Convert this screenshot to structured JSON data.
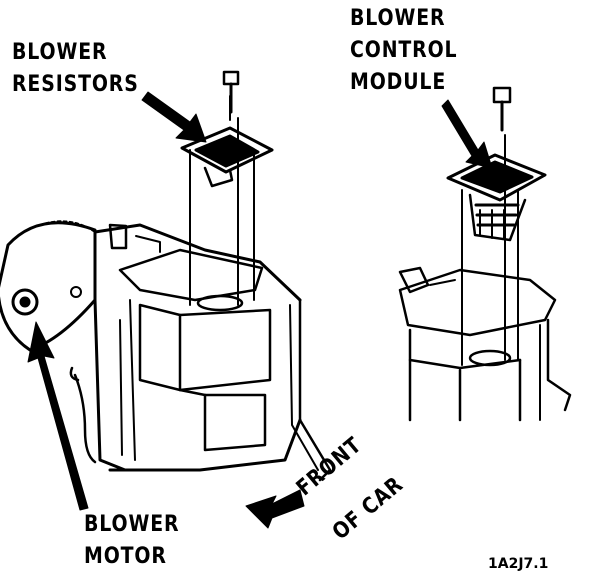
{
  "labels": {
    "blower_resistors": [
      "BLOWER",
      "RESISTORS"
    ],
    "blower_control_module": [
      "BLOWER",
      "CONTROL",
      "MODULE"
    ],
    "blower_motor": [
      "BLOWER",
      "MOTOR"
    ],
    "front_of_car": [
      "FRONT",
      "OF CAR"
    ],
    "figure_code": "1A2J7.1"
  }
}
